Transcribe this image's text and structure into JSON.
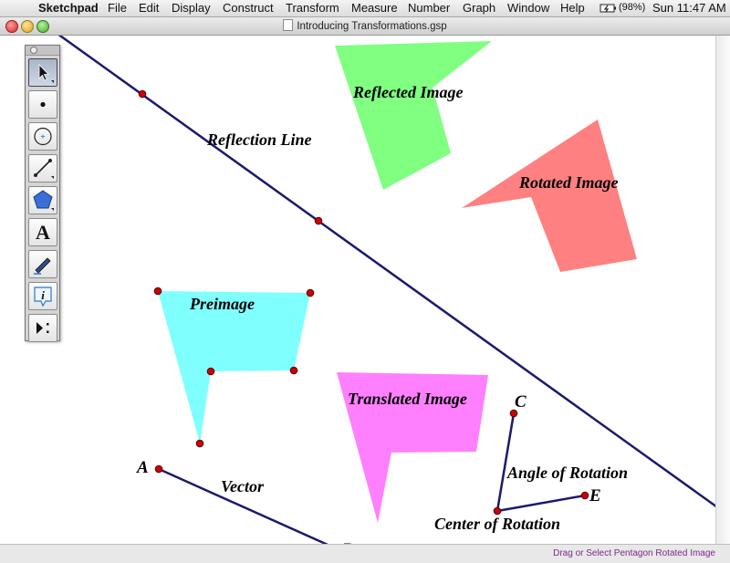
{
  "menubar": {
    "apple_icon": "apple-icon",
    "app_name": "Sketchpad",
    "items": [
      "File",
      "Edit",
      "Display",
      "Construct",
      "Transform",
      "Measure",
      "Number",
      "Graph",
      "Window",
      "Help"
    ],
    "battery_icon": "battery-icon",
    "battery": "(98%)",
    "clock": "Sun 11:47 AM"
  },
  "window": {
    "title": "Introducing Transformations.gsp",
    "document_icon": "document-icon",
    "buttons": [
      "close",
      "minimize",
      "zoom"
    ]
  },
  "toolbox": {
    "tools": [
      "arrow-selection-tool",
      "point-tool",
      "compass-tool",
      "straightedge-tool",
      "polygon-tool",
      "text-tool",
      "marker-tool",
      "information-tool",
      "custom-tool"
    ],
    "selected": "arrow-selection-tool",
    "text_tool_glyph": "A"
  },
  "sketch": {
    "reflection_line_label": "Reflection Line",
    "reflected_label": "Reflected Image",
    "rotated_label": "Rotated Image",
    "preimage_label": "Preimage",
    "translated_label": "Translated Image",
    "vector_label": "Vector",
    "angle_label": "Angle of Rotation",
    "center_label": "Center of Rotation",
    "point_a": "A",
    "point_b": "B",
    "point_c": "C",
    "point_e": "E",
    "colors": {
      "reflected": "#80ff80",
      "rotated": "#ff8080",
      "preimage": "#80ffff",
      "translated": "#ff80ff",
      "line": "#1a1a6e",
      "point": "#cc0000"
    }
  },
  "status": {
    "text": "Drag or Select Pentagon Rotated Image"
  }
}
